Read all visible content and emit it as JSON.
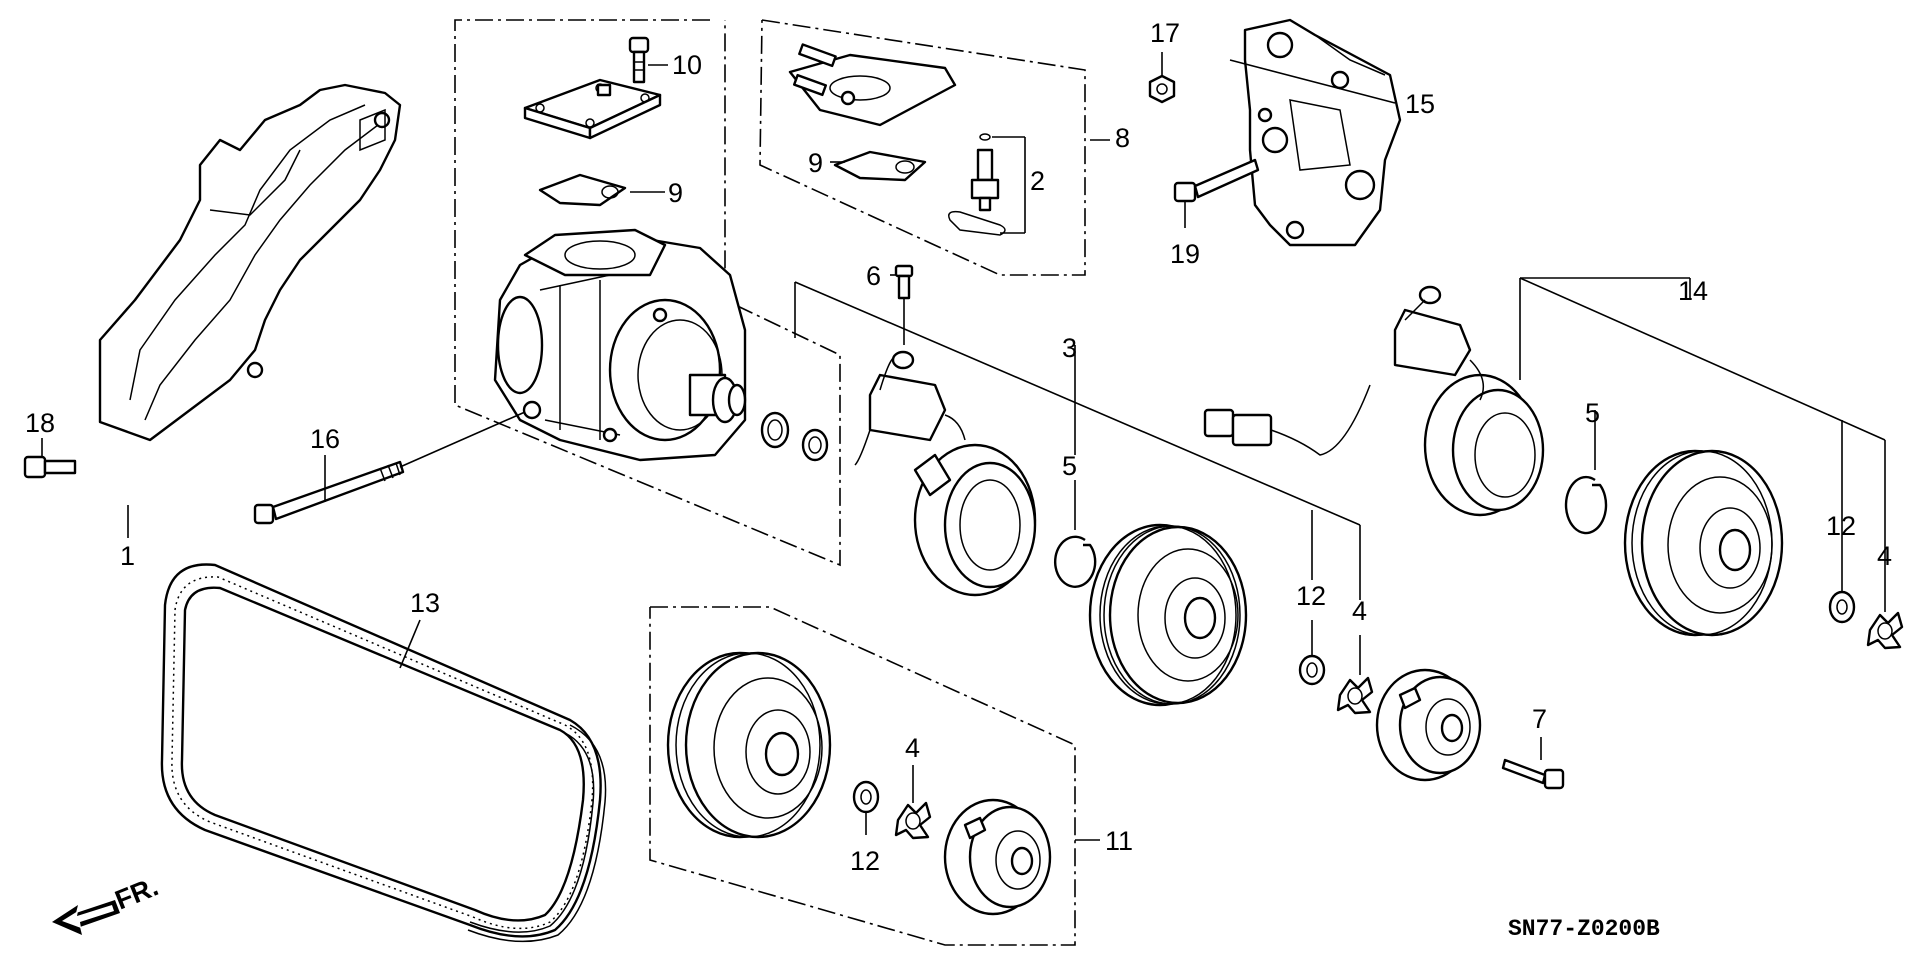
{
  "diagram": {
    "callouts": {
      "c1": "1",
      "c2": "2",
      "c3": "3",
      "c4a": "4",
      "c4b": "4",
      "c4c": "4",
      "c5a": "5",
      "c5b": "5",
      "c6": "6",
      "c7": "7",
      "c8": "8",
      "c9a": "9",
      "c9b": "9",
      "c10": "10",
      "c11": "11",
      "c12a": "12",
      "c12b": "12",
      "c12c": "12",
      "c13": "13",
      "c14": "14",
      "c15": "15",
      "c16": "16",
      "c17": "17",
      "c18": "18",
      "c19": "19"
    },
    "direction_label": "FR.",
    "diagram_code": "SN77-Z0200B"
  }
}
